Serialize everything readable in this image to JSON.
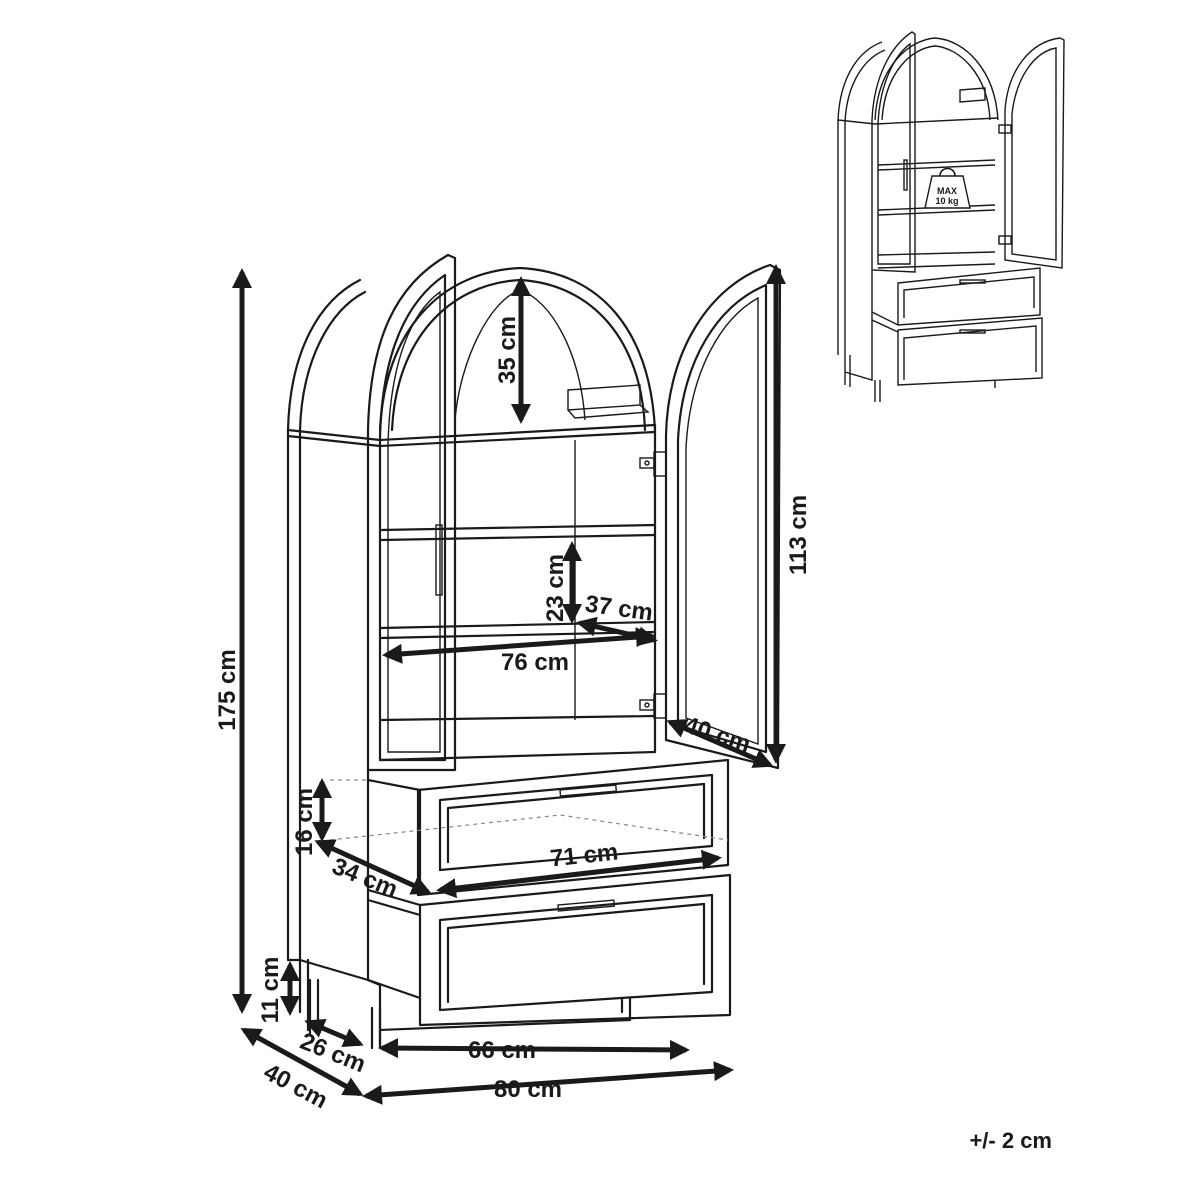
{
  "dimensions": {
    "total_height": "175 cm",
    "arch_height": "35 cm",
    "cabinet_height": "113 cm",
    "shelf_gap": "23 cm",
    "shelf_depth": "37 cm",
    "shelf_width": "76 cm",
    "door_width": "40 cm",
    "drawer_height": "16 cm",
    "drawer_depth": "34 cm",
    "drawer_width": "71 cm",
    "leg_height": "11 cm",
    "leg_depth": "26 cm",
    "leg_width": "66 cm",
    "total_depth": "40 cm",
    "total_width": "80 cm"
  },
  "inset": {
    "weight_label_line1": "MAX",
    "weight_label_line2": "10 kg",
    "weight_icon": "weight-icon"
  },
  "tolerance": "+/- 2 cm",
  "colors": {
    "ink": "#1a1a1a"
  }
}
